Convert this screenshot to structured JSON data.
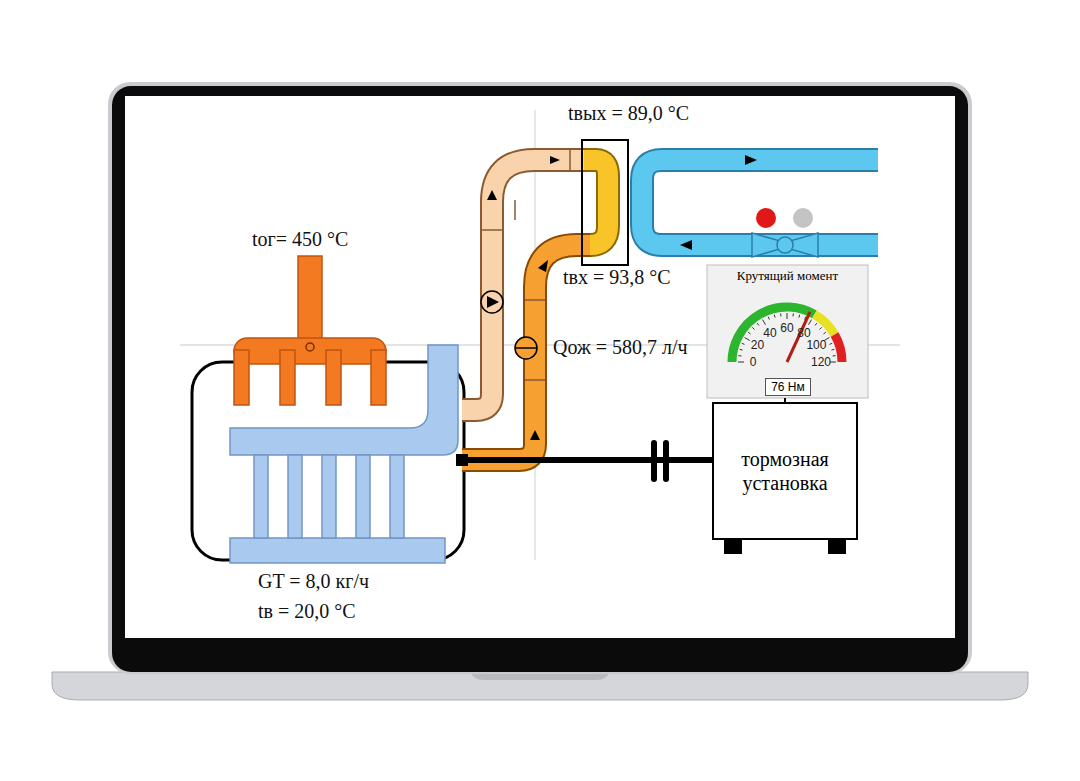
{
  "diagram": {
    "nodes": [
      {
        "text": [
          "Крутящий момент"
        ]
      },
      {
        "text": [
          "76 Нм"
        ],
        "in": 0
      },
      {
        "text": [
          "тормозная установка"
        ]
      }
    ],
    "edges": [
      {
        "from": 0,
        "to": 2,
        "arrow": "none"
      }
    ],
    "labels": [
      "tвых = 89,0 °C",
      "tог= 450 °C",
      "tвх = 93,8 °C",
      "Qож = 580,7 л/ч",
      "GT = 8,0 кг/ч",
      "tв = 20,0 °C",
      "0",
      "20",
      "40",
      "60",
      "80",
      "100",
      "120"
    ]
  }
}
